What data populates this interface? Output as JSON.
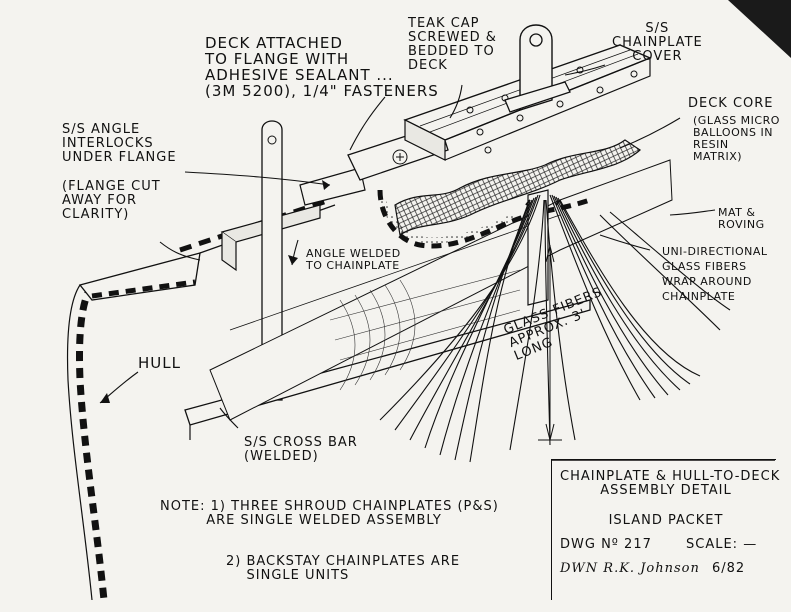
{
  "labels": {
    "deck_attached": "DECK ATTACHED\nTO FLANGE WITH\nADHESIVE SEALANT ...\n(3M 5200), 1/4\" FASTENERS",
    "teak_cap": "TEAK CAP\nSCREWED &\nBEDDED TO\nDECK",
    "chainplate_cover": "S/S\nCHAINPLATE\nCOVER",
    "ss_angle": "S/S ANGLE\nINTERLOCKS\nUNDER FLANGE",
    "flange_cut": "(FLANGE CUT\nAWAY FOR\nCLARITY)",
    "deck_core": "DECK CORE",
    "deck_core_detail": "(GLASS MICRO\nBALLOONS IN\nRESIN\nMATRIX)",
    "mat_roving": "MAT &\nROVING",
    "uni_fibers": "UNI-DIRECTIONAL\nGLASS FIBERS\nWRAP AROUND\nCHAINPLATE",
    "angle_welded": "ANGLE WELDED\nTO CHAINPLATE",
    "hull": "HULL",
    "glass_fibers": "GLASS FIBERS\nAPPROX. 3'\nLONG",
    "cross_bar": "S/S CROSS BAR\n(WELDED)"
  },
  "notes": {
    "note1": "NOTE: 1) THREE SHROUD CHAINPLATES (P&S)\n         ARE SINGLE WELDED ASSEMBLY",
    "note2": "2) BACKSTAY CHAINPLATES ARE\n    SINGLE UNITS"
  },
  "title_block": {
    "title": "CHAINPLATE & HULL-TO-DECK\nASSEMBLY DETAIL",
    "subtitle": "ISLAND PACKET",
    "dwg_no": "DWG Nº 217",
    "scale": "SCALE: —",
    "drawn_by": "DWN R.K. Johnson",
    "date": "6/82"
  }
}
